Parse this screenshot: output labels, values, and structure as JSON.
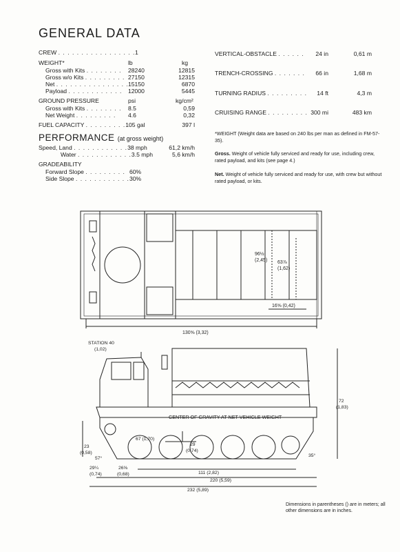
{
  "title": "GENERAL DATA",
  "crew": {
    "label": "CREW",
    "value": "1"
  },
  "weight": {
    "label": "WEIGHT*",
    "unit_lb": "lb",
    "unit_kg": "kg",
    "rows": [
      {
        "label": "Gross with Kits",
        "lb": "28240",
        "kg": "12815"
      },
      {
        "label": "Gross w/o Kits",
        "lb": "27150",
        "kg": "12315"
      },
      {
        "label": "Net",
        "lb": "15150",
        "kg": "6870"
      },
      {
        "label": "Payload",
        "lb": "12000",
        "kg": "5445"
      }
    ]
  },
  "ground_pressure": {
    "label": "GROUND PRESSURE",
    "unit_psi": "psi",
    "unit_kg": "kg/cm²",
    "rows": [
      {
        "label": "Gross with Kits",
        "psi": "8.5",
        "kg": "0,59"
      },
      {
        "label": "Net Weight",
        "psi": "4.6",
        "kg": "0,32"
      }
    ]
  },
  "fuel": {
    "label": "FUEL CAPACITY",
    "value": "105 gal",
    "metric": "397 l"
  },
  "performance": {
    "title": "PERFORMANCE",
    "subtitle": "(at gross weight)",
    "speed_label": "Speed, Land",
    "land": {
      "imperial": "38 mph",
      "metric": "61,2 km/h"
    },
    "water": {
      "label": "Water",
      "imperial": "3.5 mph",
      "metric": "5,6 km/h"
    }
  },
  "gradeability": {
    "label": "GRADEABILITY",
    "rows": [
      {
        "label": "Forward Slope",
        "value": "60%"
      },
      {
        "label": "Side Slope",
        "value": "30%"
      }
    ]
  },
  "right_specs": [
    {
      "label": "VERTICAL-OBSTACLE",
      "imperial": "24 in",
      "metric": "0,61 m"
    },
    {
      "label": "TRENCH-CROSSING",
      "imperial": "66 in",
      "metric": "1,68 m"
    },
    {
      "label": "TURNING RADIUS",
      "imperial": "14 ft",
      "metric": "4,3 m"
    },
    {
      "label": "CRUISING RANGE",
      "imperial": "300 mi",
      "metric": "483 km"
    }
  ],
  "notes": {
    "weight_note": "*WEIGHT (Weight data are based on 240 lbs per man as defined in FM-57-35).",
    "gross_term": "Gross.",
    "gross_text": "Weight of vehicle fully serviced and ready for use, including crew, rated payload, and kits (see page 4.)",
    "net_term": "Net.",
    "net_text": "Weight of vehicle fully serviced and ready for use, with crew but without rated payload, or kits."
  },
  "top_view": {
    "dim_width": "96½\n(2,45)",
    "dim_inner": "63⅞\n(1,62)",
    "dim_small": "16⅝ (0,42)",
    "dim_length": "130⅝ (3,32)"
  },
  "side_view": {
    "station": "STATION 40",
    "station_m": "(1,02)",
    "cg_label": "CENTER OF GRAVITY AT NET VEHICLE WEIGHT",
    "d67": "67 (1,70)",
    "d29": "29",
    "d29m": "(0,74)",
    "d23": "23",
    "d23m": "(0,58)",
    "a57": "57°",
    "a35": "35°",
    "d29q": "29¼",
    "d29qm": "(0,74)",
    "d26": "26⅝",
    "d26m": "(0,68)",
    "d111": "111 (2,82)",
    "d220": "220 (5,59)",
    "d232": "232 (5,89)",
    "d72": "72",
    "d72m": "(1,83)"
  },
  "footnote": "Dimensions in parentheses () are in meters; all other dimensions are in inches."
}
